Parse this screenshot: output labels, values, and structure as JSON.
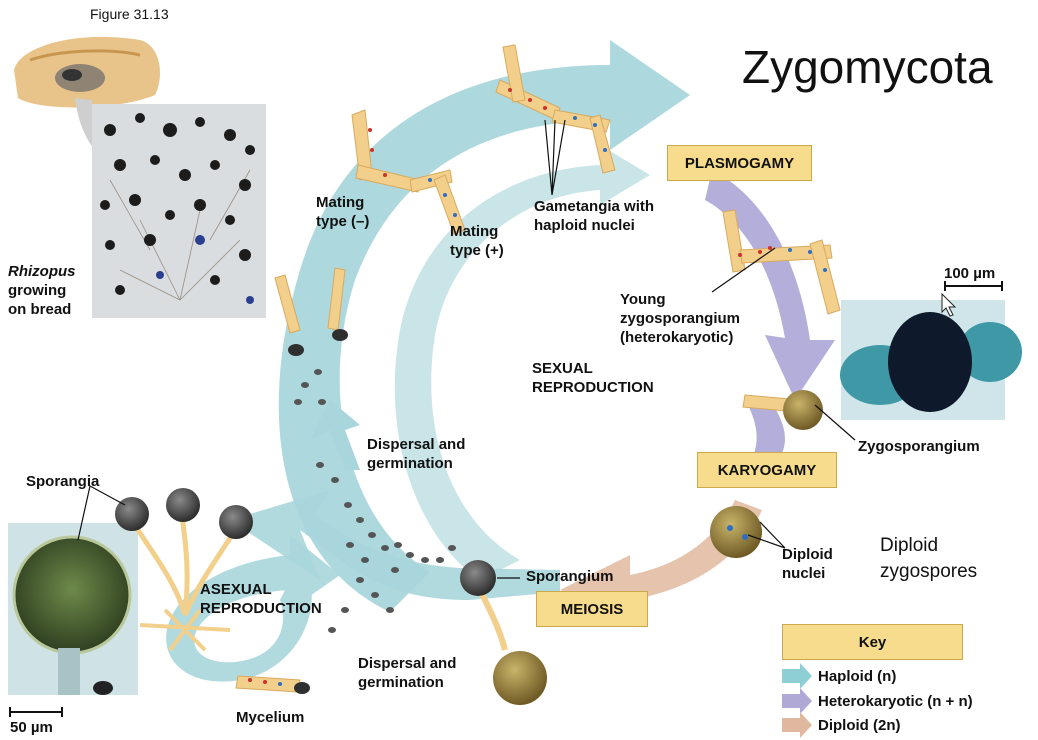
{
  "figure_label": "Figure 31.13",
  "title": "Zygomycota",
  "photo_caption": {
    "species": "Rhizopus",
    "line2": "growing",
    "line3": "on bread"
  },
  "labels": {
    "mating_minus_1": "Mating",
    "mating_minus_2": "type (–)",
    "mating_plus_1": "Mating",
    "mating_plus_2": "type (+)",
    "gametangia_1": "Gametangia with",
    "gametangia_2": "haploid nuclei",
    "young_1": "Young",
    "young_2": "zygosporangium",
    "young_3": "(heterokaryotic)",
    "sexual_1": "SEXUAL",
    "sexual_2": "REPRODUCTION",
    "dispersal_upper_1": "Dispersal and",
    "dispersal_upper_2": "germination",
    "sporangia": "Sporangia",
    "asexual_1": "ASEXUAL",
    "asexual_2": "REPRODUCTION",
    "sporangium": "Sporangium",
    "dispersal_lower_1": "Dispersal and",
    "dispersal_lower_2": "germination",
    "mycelium": "Mycelium",
    "zygosporangium": "Zygosporangium",
    "diploid_nuclei_1": "Diploid",
    "diploid_nuclei_2": "nuclei",
    "diploid_zygospores_1": "Diploid",
    "diploid_zygospores_2": "zygospores"
  },
  "stages": {
    "plasmogamy": "PLASMOGAMY",
    "karyogamy": "KARYOGAMY",
    "meiosis": "MEIOSIS"
  },
  "scale_bars": {
    "upper": "100 µm",
    "lower": "50 µm"
  },
  "key": {
    "title": "Key",
    "items": [
      {
        "label": "Haploid (n)",
        "color": "#8ecfd6"
      },
      {
        "label": "Heterokaryotic (n + n)",
        "color": "#b0a9d6"
      },
      {
        "label": "Diploid (2n)",
        "color": "#e0b8a0"
      }
    ]
  },
  "colors": {
    "haploid": "#a9d6dc",
    "heterokaryotic": "#b4aedb",
    "diploid": "#e5c3ad",
    "box_fill": "#f6dc8c",
    "hypha": "#f3cf8c",
    "nucleus_red": "#c8342c",
    "nucleus_blue": "#2f6fc2"
  }
}
